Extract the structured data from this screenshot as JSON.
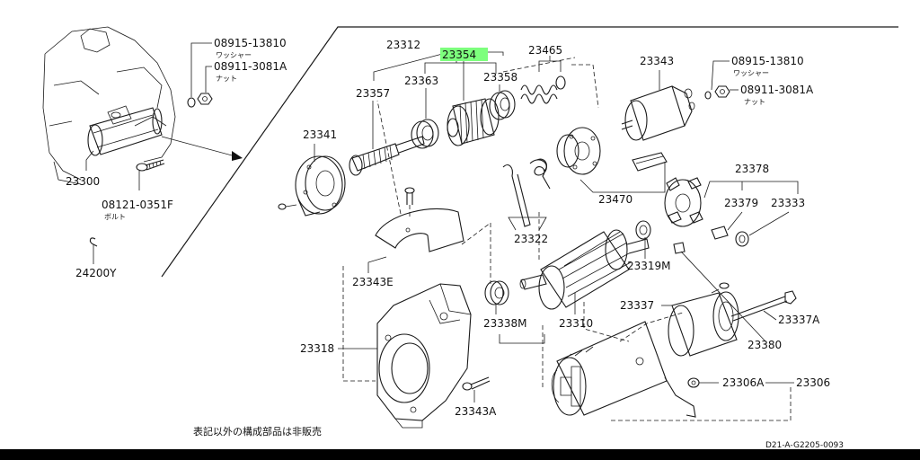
{
  "diagram": {
    "highlight_color": "#7dff7d",
    "highlighted_part": "23354",
    "reference": "D21-A-G2205-0093",
    "note": "表記以外の構成部品は非販売",
    "labels": {
      "p23300": "23300",
      "p08121": "08121-0351F",
      "p08121_sub": "ボルト",
      "p24200": "24200Y",
      "p08915_l": "08915-13810",
      "p08915_l_sub": "ワッシャー",
      "p08911_l": "08911-3081A",
      "p08911_l_sub": "ナット",
      "p23312": "23312",
      "p23354": "23354",
      "p23465": "23465",
      "p23357": "23357",
      "p23363": "23363",
      "p23358": "23358",
      "p23343": "23343",
      "p08915_r": "08915-13810",
      "p08915_r_sub": "ワッシャー",
      "p08911_r": "08911-3081A",
      "p08911_r_sub": "ナット",
      "p23341": "23341",
      "p23470": "23470",
      "p23378": "23378",
      "p23379": "23379",
      "p23333": "23333",
      "p23322": "23322",
      "p23343E": "23343E",
      "p23319M": "23319M",
      "p23337": "23337",
      "p23337A": "23337A",
      "p23318": "23318",
      "p23338M": "23338M",
      "p23310": "23310",
      "p23380": "23380",
      "p23306A": "23306A",
      "p23306": "23306",
      "p23343A": "23343A"
    }
  }
}
